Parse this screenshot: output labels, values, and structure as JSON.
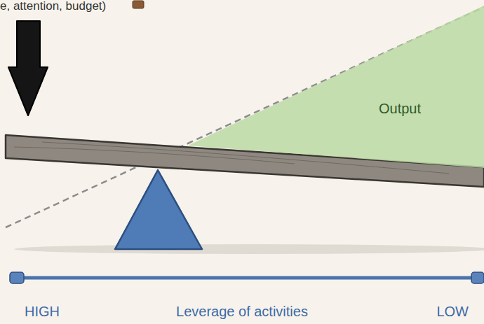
{
  "diagram": {
    "nodes": [
      {
        "text": [
          "Output"
        ]
      }
    ],
    "labels": [
      "e, attention, budget)",
      "HIGH",
      "Leverage of activities",
      "LOW"
    ]
  }
}
